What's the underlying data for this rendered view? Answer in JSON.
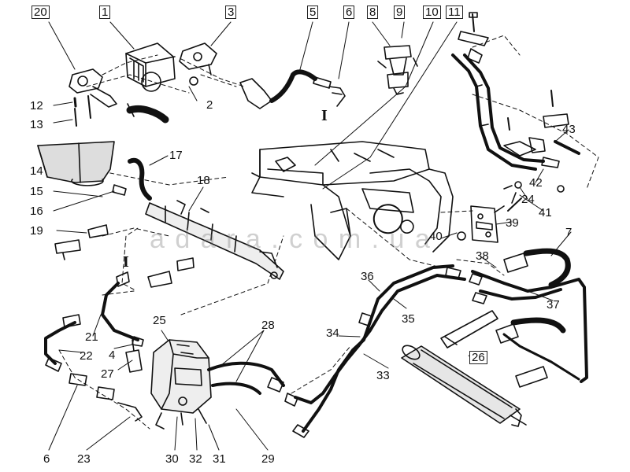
{
  "diagram": {
    "watermark": "a d a r a . c o m . u a",
    "section_marks": [
      "I",
      "I"
    ],
    "callouts": [
      {
        "id": "c1",
        "text": "1"
      },
      {
        "id": "c3",
        "text": "3"
      },
      {
        "id": "c5",
        "text": "5"
      },
      {
        "id": "c6a",
        "text": "6"
      },
      {
        "id": "c8",
        "text": "8"
      },
      {
        "id": "c9",
        "text": "9"
      },
      {
        "id": "c10",
        "text": "10"
      },
      {
        "id": "c11",
        "text": "11"
      },
      {
        "id": "c20",
        "text": "20"
      },
      {
        "id": "c2",
        "text": "2"
      },
      {
        "id": "c12",
        "text": "12"
      },
      {
        "id": "c13",
        "text": "13"
      },
      {
        "id": "c14",
        "text": "14"
      },
      {
        "id": "c15",
        "text": "15"
      },
      {
        "id": "c16",
        "text": "16"
      },
      {
        "id": "c17",
        "text": "17"
      },
      {
        "id": "c18",
        "text": "18"
      },
      {
        "id": "c19",
        "text": "19"
      },
      {
        "id": "c21",
        "text": "21"
      },
      {
        "id": "c22",
        "text": "22"
      },
      {
        "id": "c4",
        "text": "4"
      },
      {
        "id": "c27",
        "text": "27"
      },
      {
        "id": "c25",
        "text": "25"
      },
      {
        "id": "c28",
        "text": "28"
      },
      {
        "id": "c6b",
        "text": "6"
      },
      {
        "id": "c23",
        "text": "23"
      },
      {
        "id": "c30",
        "text": "30"
      },
      {
        "id": "c32",
        "text": "32"
      },
      {
        "id": "c31",
        "text": "31"
      },
      {
        "id": "c29",
        "text": "29"
      },
      {
        "id": "c33",
        "text": "33"
      },
      {
        "id": "c34",
        "text": "34"
      },
      {
        "id": "c35",
        "text": "35"
      },
      {
        "id": "c36",
        "text": "36"
      },
      {
        "id": "c26",
        "text": "26"
      },
      {
        "id": "c37",
        "text": "37"
      },
      {
        "id": "c38",
        "text": "38"
      },
      {
        "id": "c7",
        "text": "7"
      },
      {
        "id": "c40",
        "text": "40"
      },
      {
        "id": "c39",
        "text": "39"
      },
      {
        "id": "c41",
        "text": "41"
      },
      {
        "id": "c24",
        "text": "24"
      },
      {
        "id": "c42",
        "text": "42"
      },
      {
        "id": "c43",
        "text": "43"
      }
    ]
  }
}
